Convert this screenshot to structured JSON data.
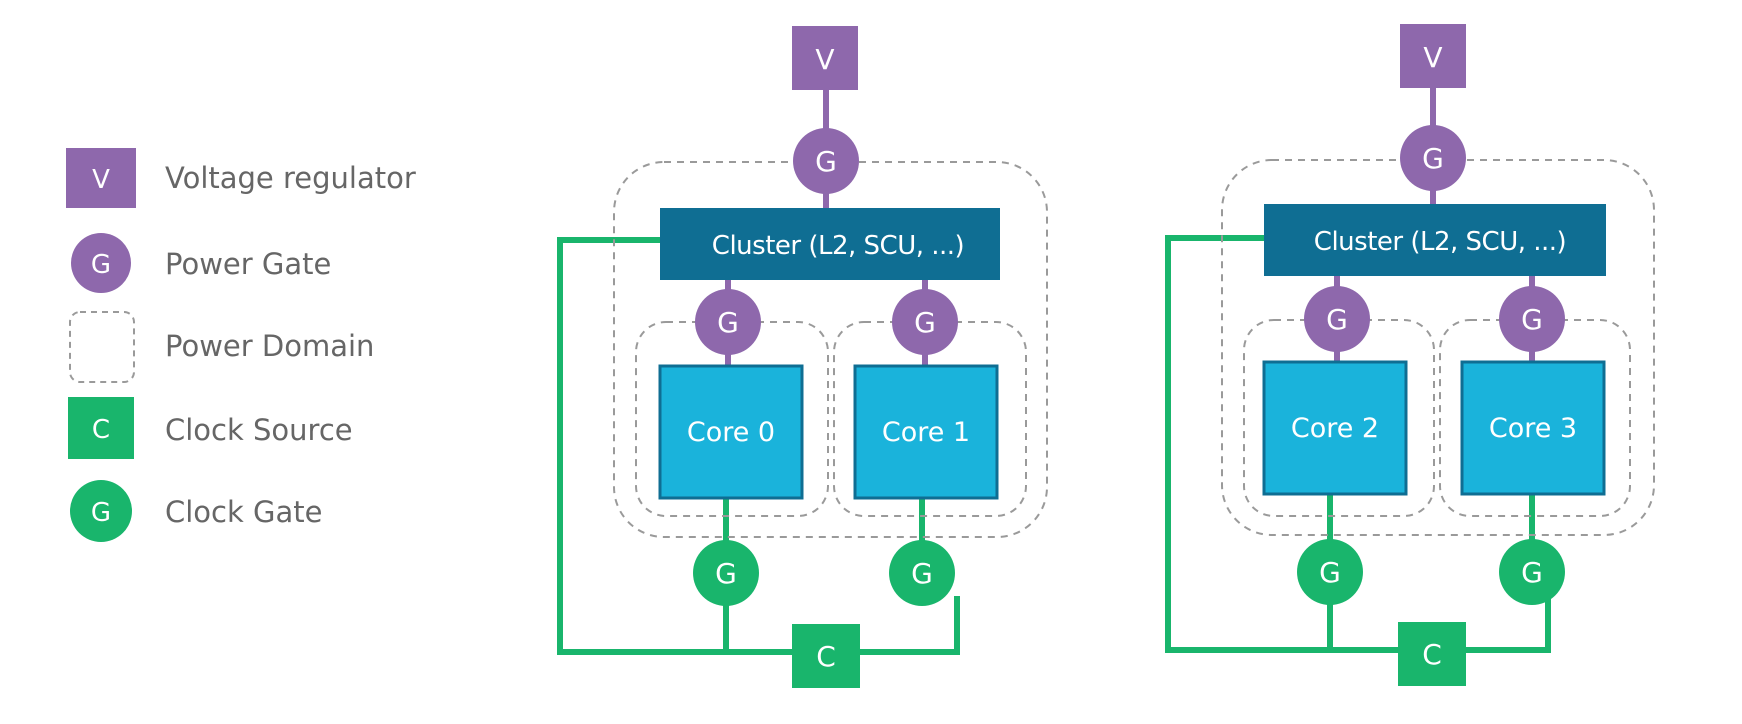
{
  "legend": {
    "items": [
      {
        "symbol_letter": "V",
        "label": "Voltage regulator",
        "icon": "voltage-regulator-icon"
      },
      {
        "symbol_letter": "G",
        "label": "Power Gate",
        "icon": "power-gate-icon"
      },
      {
        "symbol_letter": "",
        "label": "Power Domain",
        "icon": "power-domain-icon"
      },
      {
        "symbol_letter": "C",
        "label": "Clock Source",
        "icon": "clock-source-icon"
      },
      {
        "symbol_letter": "G",
        "label": "Clock Gate",
        "icon": "clock-gate-icon"
      }
    ]
  },
  "clusters": [
    {
      "voltage_letter": "V",
      "power_gate_letter": "G",
      "cluster_label": "Cluster (L2, SCU, ...)",
      "clock_source_letter": "C",
      "cores": [
        {
          "label": "Core 0",
          "power_gate_letter": "G",
          "clock_gate_letter": "G"
        },
        {
          "label": "Core 1",
          "power_gate_letter": "G",
          "clock_gate_letter": "G"
        }
      ]
    },
    {
      "voltage_letter": "V",
      "power_gate_letter": "G",
      "cluster_label": "Cluster (L2, SCU, ...)",
      "clock_source_letter": "C",
      "cores": [
        {
          "label": "Core 2",
          "power_gate_letter": "G",
          "clock_gate_letter": "G"
        },
        {
          "label": "Core 3",
          "power_gate_letter": "G",
          "clock_gate_letter": "G"
        }
      ]
    }
  ],
  "colors": {
    "voltage_purple": "#8E68AC",
    "power_gate_purple": "#8E68AC",
    "cluster_blue": "#0F6E93",
    "core_cyan": "#1AB3DB",
    "clock_green": "#19B56C",
    "wire_purple": "#8E68AC",
    "wire_green": "#19B56C",
    "domain_border": "#9A9A9A",
    "text_gray": "#666666"
  }
}
